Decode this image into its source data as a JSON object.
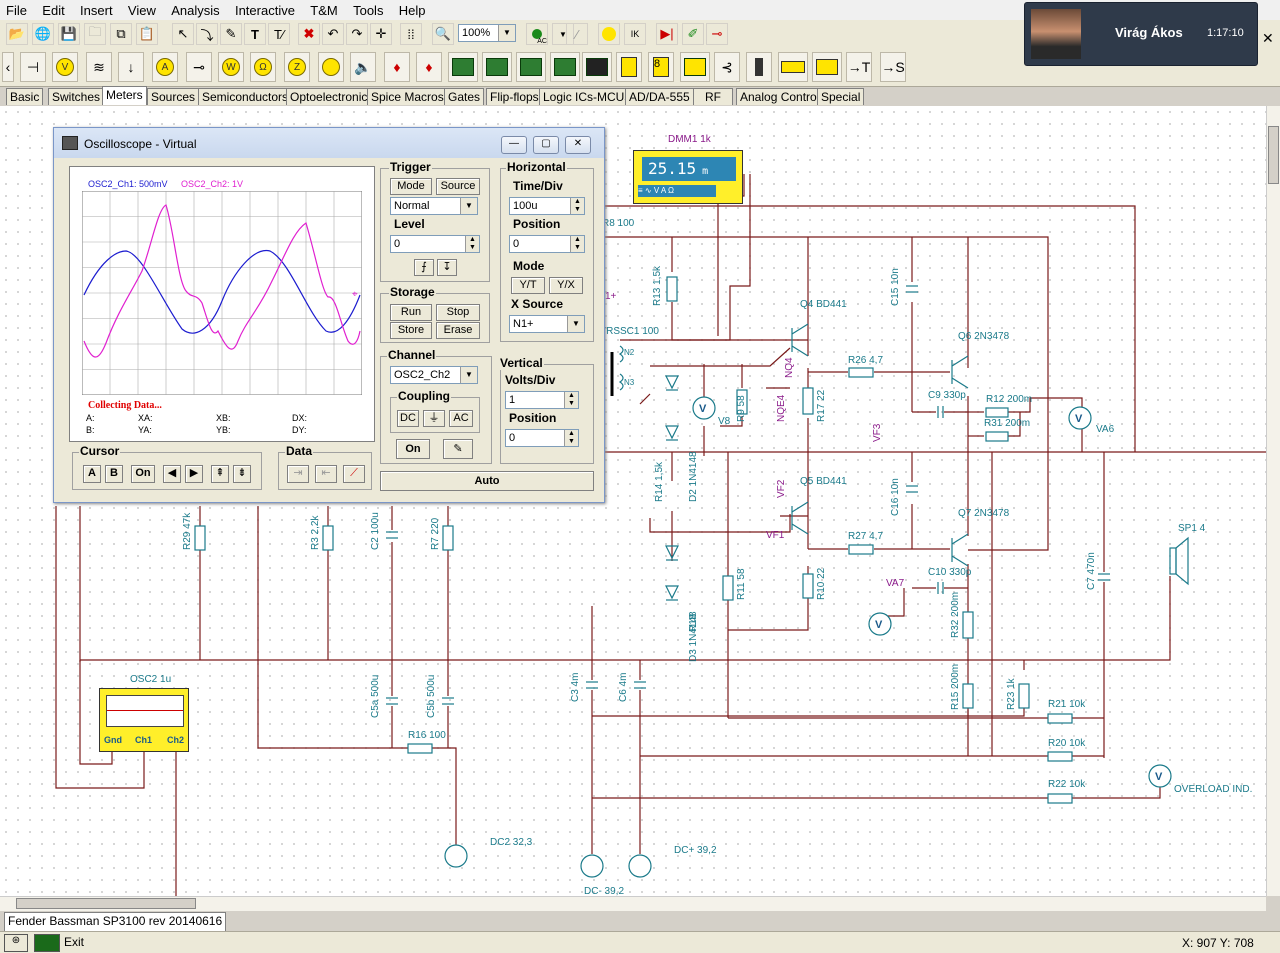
{
  "menu": [
    "File",
    "Edit",
    "Insert",
    "View",
    "Analysis",
    "Interactive",
    "T&M",
    "Tools",
    "Help"
  ],
  "toolbar": {
    "zoom": "100%",
    "ac_label": "AC"
  },
  "component_tabs": [
    "Basic",
    "Switches",
    "Meters",
    "Sources",
    "Semiconductors",
    "Optoelectronic",
    "Spice Macros",
    "Gates",
    "Flip-flops",
    "Logic ICs-MCUs",
    "AD/DA-555",
    "RF",
    "Analog Control",
    "Special"
  ],
  "active_tab": "Meters",
  "call": {
    "name": "Virág Ákos",
    "time": "1:17:10"
  },
  "oscilloscope": {
    "title": "Oscilloscope - Virtual",
    "ch1_label": "OSC2_Ch1: 500mV",
    "ch2_label": "OSC2_Ch2: 1V",
    "ch1_color": "#1c1ccf",
    "ch2_color": "#e020d0",
    "status": "Collecting Data...",
    "readouts": {
      "a": "A:",
      "xa": "XA:",
      "xb": "XB:",
      "dx": "DX:",
      "b": "B:",
      "ya": "YA:",
      "yb": "YB:",
      "dy": "DY:"
    },
    "trigger": {
      "title": "Trigger",
      "mode": "Mode",
      "source": "Source",
      "mode_value": "Normal",
      "level_label": "Level",
      "level_value": "0"
    },
    "storage": {
      "title": "Storage",
      "run": "Run",
      "stop": "Stop",
      "store": "Store",
      "erase": "Erase"
    },
    "horizontal": {
      "title": "Horizontal",
      "timediv_label": "Time/Div",
      "timediv": "100u",
      "position_label": "Position",
      "position": "0",
      "mode_label": "Mode",
      "yt": "Y/T",
      "yx": "Y/X",
      "xsource_label": "X Source",
      "xsource": "N1+"
    },
    "channel": {
      "title": "Channel",
      "value": "OSC2_Ch2",
      "coupling_label": "Coupling",
      "dc": "DC",
      "gnd": "⏚",
      "ac": "AC",
      "on": "On"
    },
    "vertical": {
      "title": "Vertical",
      "voltsdiv_label": "Volts/Div",
      "voltsdiv": "1",
      "position_label": "Position",
      "position": "0"
    },
    "cursor": {
      "title": "Cursor",
      "a": "A",
      "b": "B",
      "on": "On"
    },
    "data": {
      "title": "Data"
    },
    "auto": "Auto"
  },
  "dmm": {
    "label": "DMM1 1k",
    "reading": "25.15",
    "unit": "m"
  },
  "osc2": {
    "label": "OSC2 1u",
    "gnd": "Gnd",
    "ch1": "Ch1",
    "ch2": "Ch2"
  },
  "schematic_labels": [
    "R8 100",
    "R13 1,5k",
    "TRSSC1 100",
    "Q4 BD441",
    "C15 10n",
    "Q6 2N3478",
    "R26 4,7",
    "C9 330p",
    "R12 200m",
    "R31 200m",
    "VA6",
    "R17 22",
    "NQE4",
    "VF3",
    "R9 58",
    "R14 1,5k",
    "D2 1N4148",
    "Q5 BD441",
    "VF2",
    "VF1",
    "R27 4,7",
    "C16 10n",
    "Q7 2N3478",
    "C10 330p",
    "VA7",
    "R10 22",
    "R11 58",
    "D3 1N4148",
    "R32 200m",
    "R15 200m",
    "R23 1k",
    "R21 10k",
    "R20 10k",
    "R22 10k",
    "SP1 4",
    "C7 470n",
    "R29 47k",
    "R3 2,2k",
    "C2 100u",
    "R7 220",
    "C5a 500u",
    "C5b 500u",
    "R16 100",
    "C3 4m",
    "C6 4m",
    "DC2 32,3",
    "DC+ 39,2",
    "DC- 39,2",
    "OVERLOAD IND.",
    "N2",
    "N3",
    "1+",
    "NQ4",
    "V8",
    "R18"
  ],
  "file_tab": "Fender Bassman SP3100 rev 20140616",
  "status": {
    "exit": "Exit",
    "coords": "X: 907  Y: 708"
  }
}
